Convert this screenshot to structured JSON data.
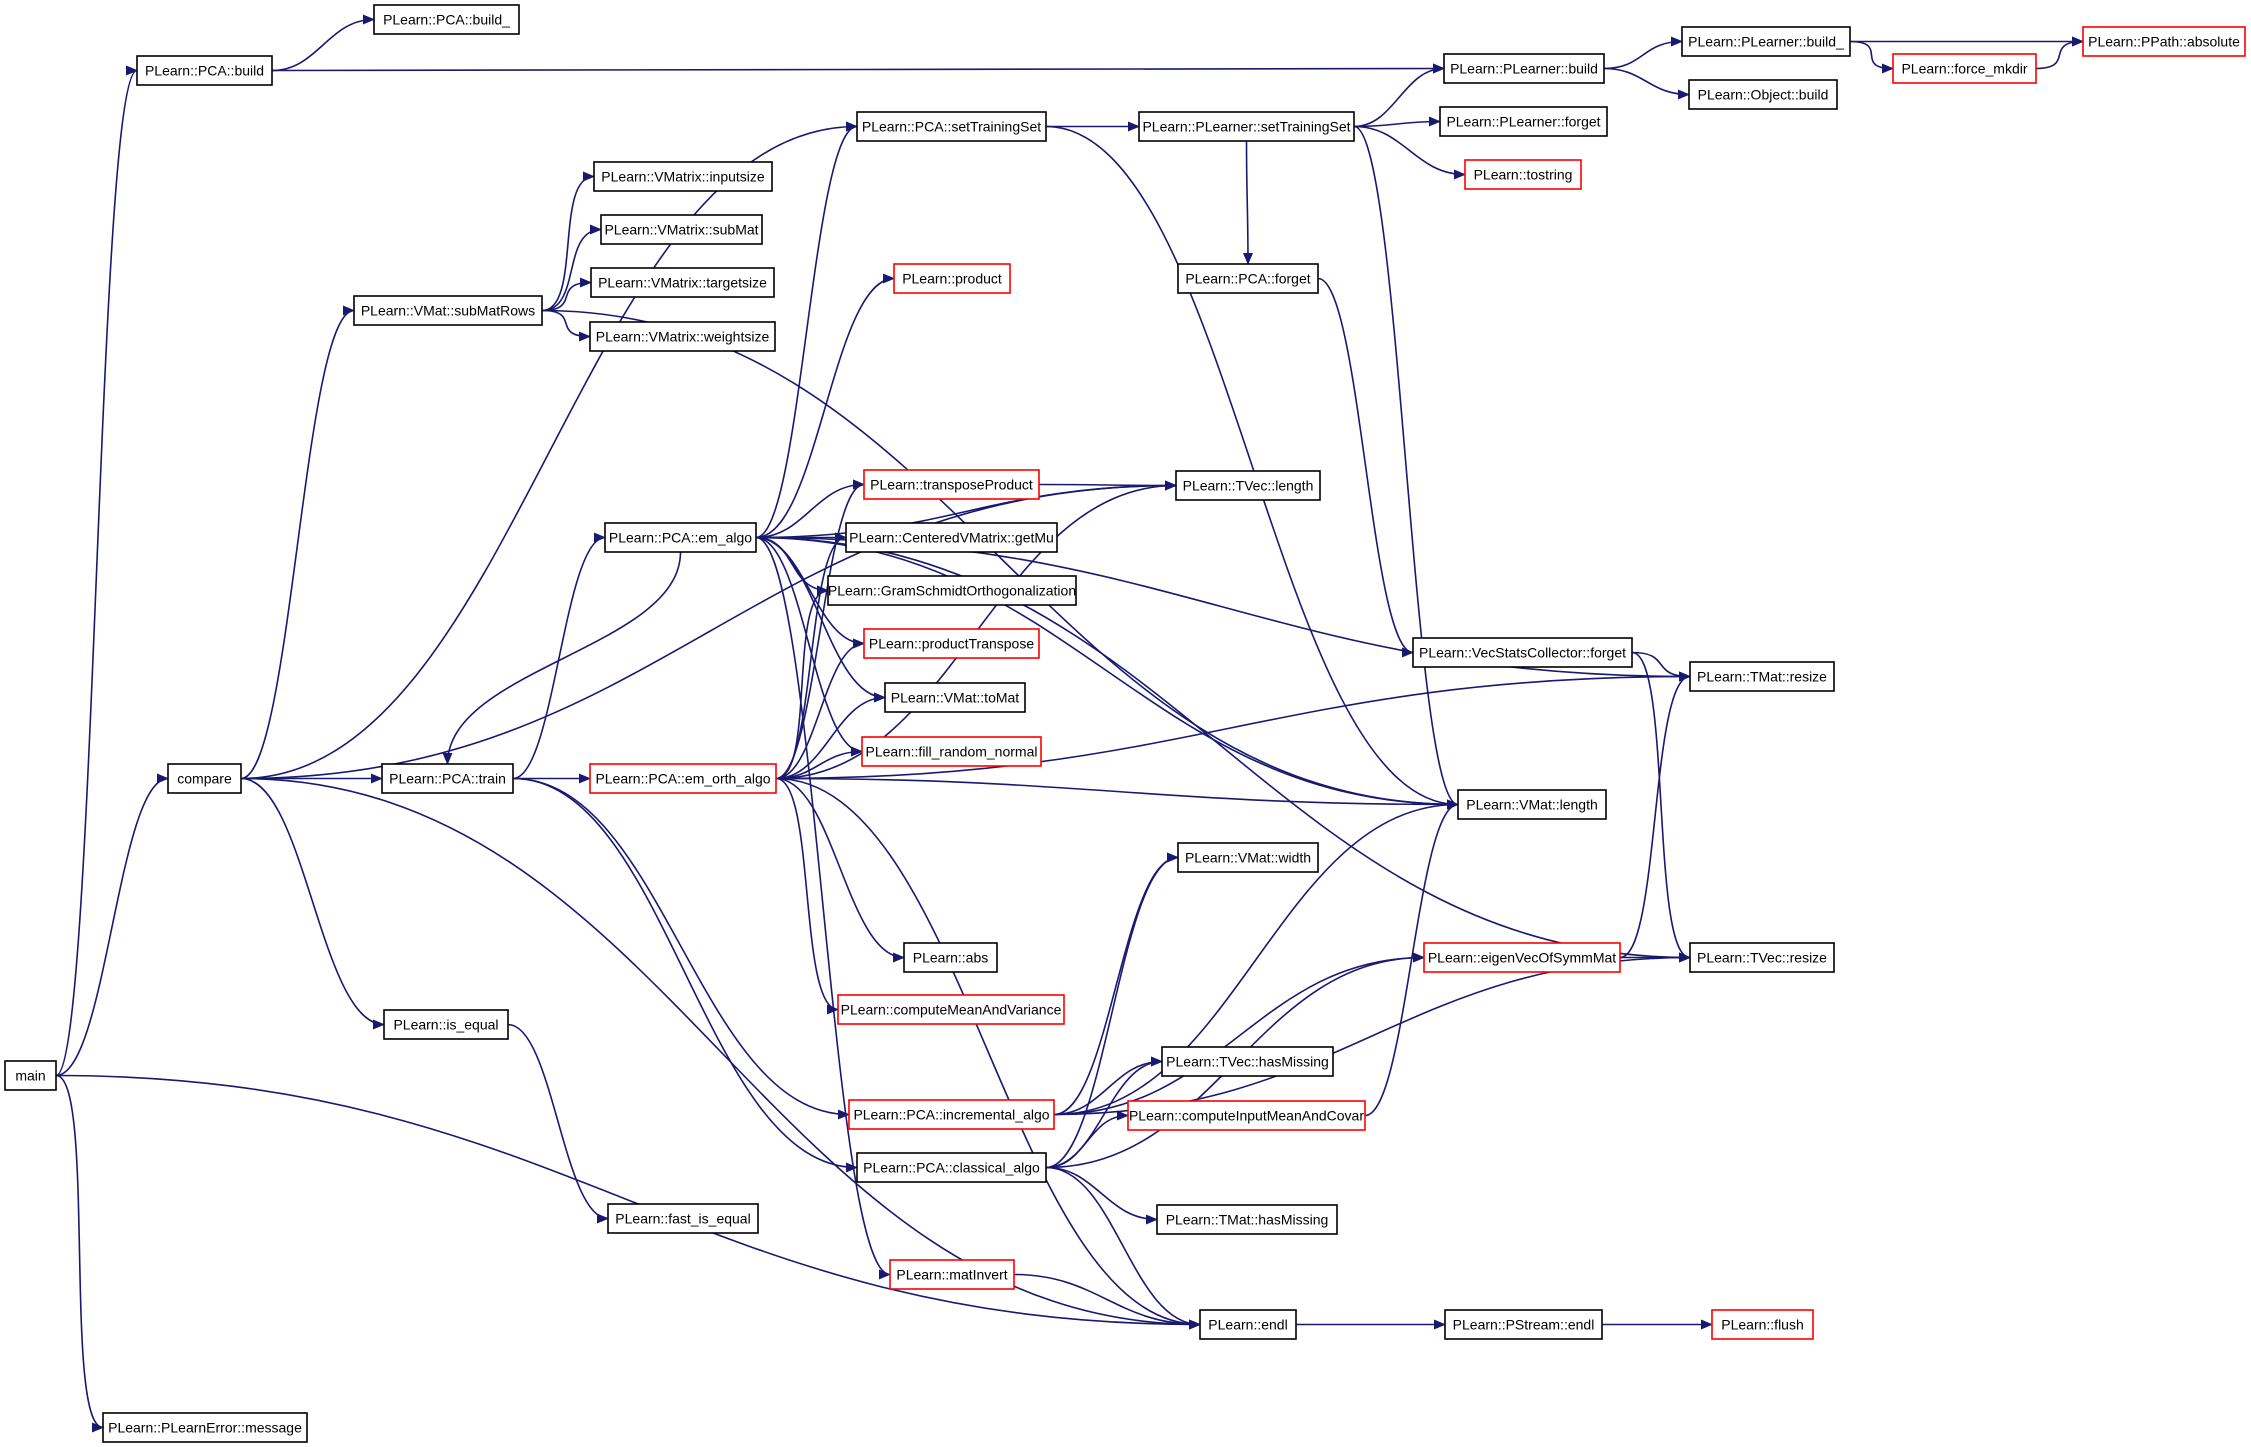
{
  "colors": {
    "edge": "#191970",
    "node_border": "#000000",
    "node_border_truncated": "#ff0000",
    "root_fill": "#bfbfbf",
    "node_fill": "#ffffff"
  },
  "nodes": {
    "main": {
      "label": "main",
      "style": "root"
    },
    "pca_build": {
      "label": "PLearn::PCA::build",
      "style": "normal"
    },
    "pca_build_": {
      "label": "PLearn::PCA::build_",
      "style": "normal"
    },
    "plearner_build": {
      "label": "PLearn::PLearner::build",
      "style": "normal"
    },
    "plearner_build_": {
      "label": "PLearn::PLearner::build_",
      "style": "normal"
    },
    "ppath_absolute": {
      "label": "PLearn::PPath::absolute",
      "style": "truncated"
    },
    "force_mkdir": {
      "label": "PLearn::force_mkdir",
      "style": "truncated"
    },
    "object_build": {
      "label": "PLearn::Object::build",
      "style": "normal"
    },
    "pca_settrainingset": {
      "label": "PLearn::PCA::setTrainingSet",
      "style": "normal"
    },
    "plearner_settrainingset": {
      "label": "PLearn::PLearner::setTrainingSet",
      "style": "normal"
    },
    "plearner_forget": {
      "label": "PLearn::PLearner::forget",
      "style": "normal"
    },
    "tostring": {
      "label": "PLearn::tostring",
      "style": "truncated"
    },
    "vmatrix_inputsize": {
      "label": "PLearn::VMatrix::inputsize",
      "style": "normal"
    },
    "vmatrix_submat": {
      "label": "PLearn::VMatrix::subMat",
      "style": "normal"
    },
    "vmatrix_targetsize": {
      "label": "PLearn::VMatrix::targetsize",
      "style": "normal"
    },
    "vmatrix_weightsize": {
      "label": "PLearn::VMatrix::weightsize",
      "style": "normal"
    },
    "vmat_submatrows": {
      "label": "PLearn::VMat::subMatRows",
      "style": "normal"
    },
    "product": {
      "label": "PLearn::product",
      "style": "truncated"
    },
    "pca_forget": {
      "label": "PLearn::PCA::forget",
      "style": "normal"
    },
    "transposeproduct": {
      "label": "PLearn::transposeProduct",
      "style": "truncated"
    },
    "tvec_length": {
      "label": "PLearn::TVec::length",
      "style": "normal"
    },
    "pca_em_algo": {
      "label": "PLearn::PCA::em_algo",
      "style": "normal"
    },
    "centeredvmatrix_getmu": {
      "label": "PLearn::CenteredVMatrix::getMu",
      "style": "normal"
    },
    "gramschmidt": {
      "label": "PLearn::GramSchmidtOrthogonalization",
      "style": "normal"
    },
    "producttranspose": {
      "label": "PLearn::productTranspose",
      "style": "truncated"
    },
    "vmat_tomat": {
      "label": "PLearn::VMat::toMat",
      "style": "normal"
    },
    "fill_random_normal": {
      "label": "PLearn::fill_random_normal",
      "style": "truncated"
    },
    "vecstatscollector_forget": {
      "label": "PLearn::VecStatsCollector::forget",
      "style": "normal"
    },
    "tmat_resize": {
      "label": "PLearn::TMat::resize",
      "style": "normal"
    },
    "compare": {
      "label": "compare",
      "style": "normal"
    },
    "pca_train": {
      "label": "PLearn::PCA::train",
      "style": "normal"
    },
    "pca_em_orth_algo": {
      "label": "PLearn::PCA::em_orth_algo",
      "style": "truncated"
    },
    "vmat_length": {
      "label": "PLearn::VMat::length",
      "style": "normal"
    },
    "vmat_width": {
      "label": "PLearn::VMat::width",
      "style": "normal"
    },
    "abs": {
      "label": "PLearn::abs",
      "style": "normal"
    },
    "eigenvecofsymmmat": {
      "label": "PLearn::eigenVecOfSymmMat",
      "style": "truncated"
    },
    "tvec_resize": {
      "label": "PLearn::TVec::resize",
      "style": "normal"
    },
    "computemeanandvariance": {
      "label": "PLearn::computeMeanAndVariance",
      "style": "truncated"
    },
    "is_equal": {
      "label": "PLearn::is_equal",
      "style": "normal"
    },
    "tvec_hasmissing": {
      "label": "PLearn::TVec::hasMissing",
      "style": "normal"
    },
    "pca_incremental_algo": {
      "label": "PLearn::PCA::incremental_algo",
      "style": "truncated"
    },
    "computeinputmeanandcovar": {
      "label": "PLearn::computeInputMeanAndCovar",
      "style": "truncated"
    },
    "pca_classical_algo": {
      "label": "PLearn::PCA::classical_algo",
      "style": "normal"
    },
    "fast_is_equal": {
      "label": "PLearn::fast_is_equal",
      "style": "normal"
    },
    "tmat_hasmissing": {
      "label": "PLearn::TMat::hasMissing",
      "style": "normal"
    },
    "matinvert": {
      "label": "PLearn::matInvert",
      "style": "truncated"
    },
    "endl": {
      "label": "PLearn::endl",
      "style": "normal"
    },
    "pstream_endl": {
      "label": "PLearn::PStream::endl",
      "style": "normal"
    },
    "flush": {
      "label": "PLearn::flush",
      "style": "truncated"
    },
    "plearnerror_message": {
      "label": "PLearn::PLearnError::message",
      "style": "normal"
    }
  },
  "edges": [
    [
      "main",
      "pca_build"
    ],
    [
      "main",
      "compare"
    ],
    [
      "main",
      "endl"
    ],
    [
      "main",
      "plearnerror_message"
    ],
    [
      "pca_build",
      "pca_build_"
    ],
    [
      "pca_build",
      "plearner_build"
    ],
    [
      "plearner_build",
      "plearner_build_"
    ],
    [
      "plearner_build",
      "object_build"
    ],
    [
      "plearner_build_",
      "ppath_absolute"
    ],
    [
      "plearner_build_",
      "force_mkdir"
    ],
    [
      "force_mkdir",
      "ppath_absolute"
    ],
    [
      "compare",
      "pca_settrainingset"
    ],
    [
      "compare",
      "vmat_submatrows"
    ],
    [
      "compare",
      "tvec_length"
    ],
    [
      "compare",
      "pca_train"
    ],
    [
      "compare",
      "is_equal"
    ],
    [
      "compare",
      "endl"
    ],
    [
      "pca_settrainingset",
      "plearner_settrainingset"
    ],
    [
      "pca_settrainingset",
      "vmat_length"
    ],
    [
      "plearner_settrainingset",
      "plearner_build"
    ],
    [
      "plearner_settrainingset",
      "plearner_forget"
    ],
    [
      "plearner_settrainingset",
      "tostring"
    ],
    [
      "plearner_settrainingset",
      "pca_forget"
    ],
    [
      "plearner_settrainingset",
      "vmat_length"
    ],
    [
      "pca_forget",
      "vecstatscollector_forget"
    ],
    [
      "vmat_submatrows",
      "vmatrix_inputsize"
    ],
    [
      "vmat_submatrows",
      "vmatrix_submat"
    ],
    [
      "vmat_submatrows",
      "vmatrix_targetsize"
    ],
    [
      "vmat_submatrows",
      "vmatrix_weightsize"
    ],
    [
      "vmat_submatrows",
      "vmat_length"
    ],
    [
      "pca_train",
      "pca_em_algo"
    ],
    [
      "pca_train",
      "pca_em_orth_algo"
    ],
    [
      "pca_train",
      "pca_incremental_algo"
    ],
    [
      "pca_train",
      "pca_classical_algo"
    ],
    [
      "pca_em_algo",
      "pca_settrainingset"
    ],
    [
      "pca_em_algo",
      "product"
    ],
    [
      "pca_em_algo",
      "transposeproduct"
    ],
    [
      "pca_em_algo",
      "tvec_length"
    ],
    [
      "pca_em_algo",
      "centeredvmatrix_getmu"
    ],
    [
      "pca_em_algo",
      "gramschmidt"
    ],
    [
      "pca_em_algo",
      "producttranspose"
    ],
    [
      "pca_em_algo",
      "vmat_tomat"
    ],
    [
      "pca_em_algo",
      "fill_random_normal"
    ],
    [
      "pca_em_algo",
      "pca_train"
    ],
    [
      "pca_em_algo",
      "tmat_resize"
    ],
    [
      "pca_em_algo",
      "vmat_length"
    ],
    [
      "pca_em_algo",
      "tvec_resize"
    ],
    [
      "pca_em_algo",
      "matinvert"
    ],
    [
      "pca_em_orth_algo",
      "transposeproduct"
    ],
    [
      "pca_em_orth_algo",
      "centeredvmatrix_getmu"
    ],
    [
      "pca_em_orth_algo",
      "gramschmidt"
    ],
    [
      "pca_em_orth_algo",
      "producttranspose"
    ],
    [
      "pca_em_orth_algo",
      "vmat_tomat"
    ],
    [
      "pca_em_orth_algo",
      "fill_random_normal"
    ],
    [
      "pca_em_orth_algo",
      "tvec_length"
    ],
    [
      "pca_em_orth_algo",
      "tmat_resize"
    ],
    [
      "pca_em_orth_algo",
      "vmat_length"
    ],
    [
      "pca_em_orth_algo",
      "abs"
    ],
    [
      "pca_em_orth_algo",
      "computemeanandvariance"
    ],
    [
      "pca_em_orth_algo",
      "endl"
    ],
    [
      "transposeproduct",
      "tvec_length"
    ],
    [
      "vecstatscollector_forget",
      "tmat_resize"
    ],
    [
      "vecstatscollector_forget",
      "tvec_resize"
    ],
    [
      "eigenvecofsymmmat",
      "tmat_resize"
    ],
    [
      "eigenvecofsymmmat",
      "tvec_resize"
    ],
    [
      "is_equal",
      "fast_is_equal"
    ],
    [
      "pca_incremental_algo",
      "vmat_width"
    ],
    [
      "pca_incremental_algo",
      "vmat_length"
    ],
    [
      "pca_incremental_algo",
      "eigenvecofsymmmat"
    ],
    [
      "pca_incremental_algo",
      "tvec_resize"
    ],
    [
      "pca_incremental_algo",
      "tvec_hasmissing"
    ],
    [
      "pca_classical_algo",
      "vmat_width"
    ],
    [
      "pca_classical_algo",
      "tvec_hasmissing"
    ],
    [
      "pca_classical_algo",
      "computeinputmeanandcovar"
    ],
    [
      "pca_classical_algo",
      "eigenvecofsymmmat"
    ],
    [
      "pca_classical_algo",
      "tmat_hasmissing"
    ],
    [
      "pca_classical_algo",
      "endl"
    ],
    [
      "computeinputmeanandcovar",
      "vmat_length"
    ],
    [
      "matinvert",
      "endl"
    ],
    [
      "endl",
      "pstream_endl"
    ],
    [
      "pstream_endl",
      "flush"
    ]
  ]
}
